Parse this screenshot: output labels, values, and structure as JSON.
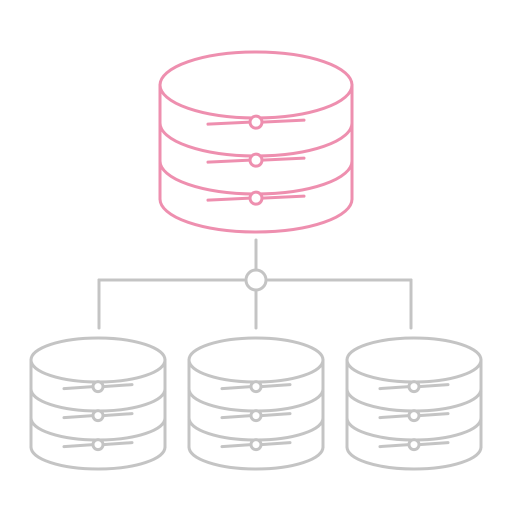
{
  "icon": {
    "name": "distributed-database-network-icon",
    "parts": [
      "primary-database-icon",
      "connector-node-icon",
      "child-database-icon-left",
      "child-database-icon-center",
      "child-database-icon-right"
    ]
  },
  "colors": {
    "primary": "#EE8FAF",
    "secondary": "#C4C4C4",
    "background": "#FFFFFF"
  }
}
